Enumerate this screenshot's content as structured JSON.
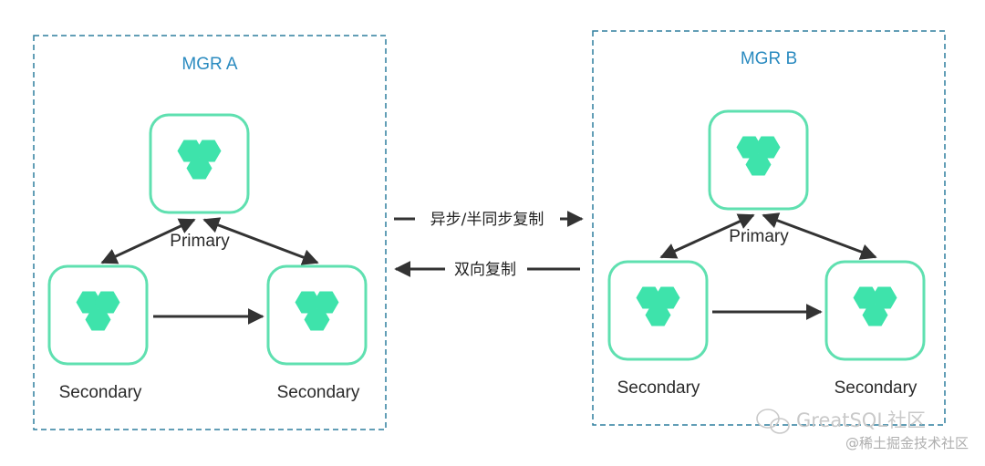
{
  "colors": {
    "group_border": "#2f7f9e",
    "group_title": "#2b8bc0",
    "node_border": "#5fe0b0",
    "hexagon_fill": "#3ee3ab",
    "arrow": "#333333"
  },
  "groups": [
    {
      "title": "MGR A",
      "primary_label": "Primary",
      "secondary_left_label": "Secondary",
      "secondary_right_label": "Secondary"
    },
    {
      "title": "MGR B",
      "primary_label": "Primary",
      "secondary_left_label": "Secondary",
      "secondary_right_label": "Secondary"
    }
  ],
  "connections": {
    "forward_label": "异步/半同步复制",
    "backward_label": "双向复制"
  },
  "watermark": {
    "main": "GreatSQL社区",
    "sub": "@稀土掘金技术社区"
  }
}
